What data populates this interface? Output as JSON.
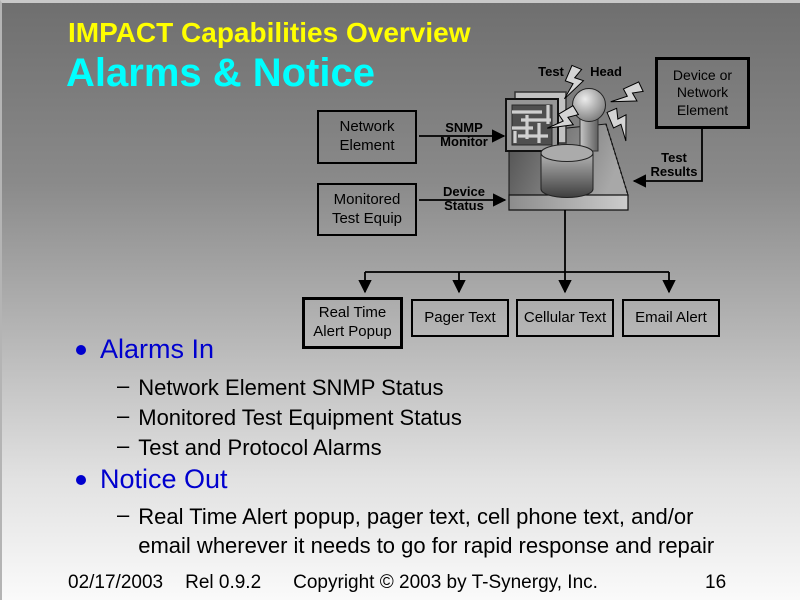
{
  "slide": {
    "kicker": "IMPACT Capabilities Overview",
    "title": "Alarms & Notice"
  },
  "diagram": {
    "network_element_box": "Network Element",
    "monitored_test_equip_box": "Monitored Test Equip",
    "device_or_network_element_box": "Device or Network Element",
    "snmp_monitor_label": "SNMP Monitor",
    "device_status_label": "Device Status",
    "test_label": "Test",
    "head_label": "Head",
    "test_results_label": "Test Results",
    "output_boxes": [
      "Real Time Alert Popup",
      "Pager Text",
      "Cellular Text",
      "Email Alert"
    ]
  },
  "bullets": {
    "glyph_dash": "–",
    "sections": [
      {
        "title": "Alarms In",
        "items": [
          "Network Element SNMP Status",
          "Monitored Test Equipment Status",
          "Test and Protocol Alarms"
        ]
      },
      {
        "title": "Notice Out",
        "items": [
          "Real Time Alert popup, pager text, cell phone text, and/or email wherever it needs to go for rapid response and repair"
        ]
      }
    ]
  },
  "footer": {
    "date": "02/17/2003",
    "release": "Rel 0.9.2",
    "copyright": "Copyright © 2003 by T-Synergy, Inc.",
    "page_number": "16"
  },
  "colors": {
    "kicker_yellow": "#FFFF00",
    "title_cyan": "#00FFFF",
    "bullet_blue": "#0000CE",
    "background_top": "#6F6F6F",
    "background_bottom": "#FAFAFA",
    "line_black": "#000000"
  }
}
